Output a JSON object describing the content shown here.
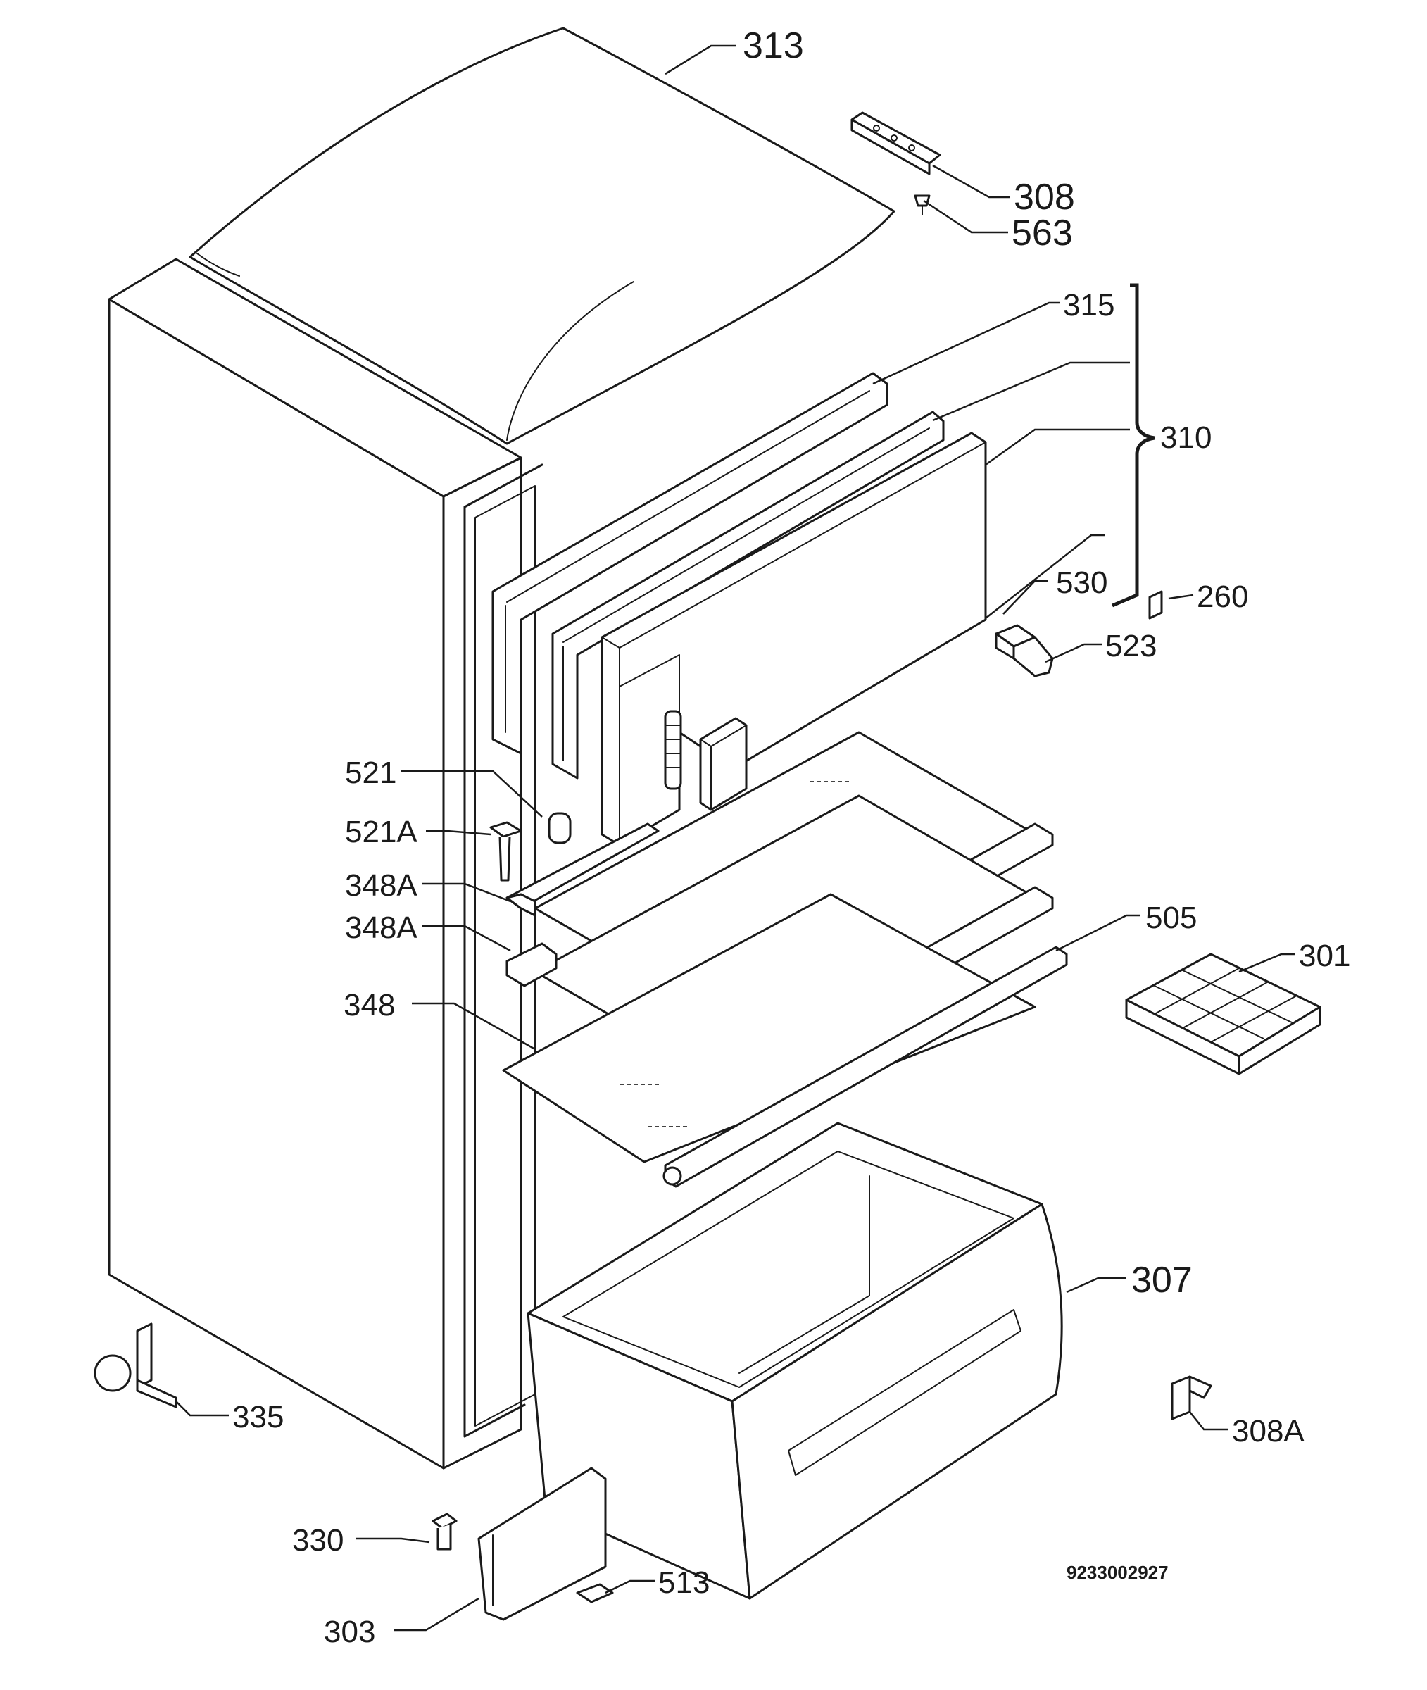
{
  "labels": {
    "p313": "313",
    "p308": "308",
    "p563": "563",
    "p315": "315",
    "p310": "310",
    "p530": "530",
    "p260": "260",
    "p523": "523",
    "p521": "521",
    "p521a": "521A",
    "p348a_1": "348A",
    "p348a_2": "348A",
    "p505": "505",
    "p301": "301",
    "p348": "348",
    "p307": "307",
    "p335": "335",
    "p308a": "308A",
    "p330": "330",
    "p513": "513",
    "p303": "303"
  },
  "drawing_code": "9233002927"
}
